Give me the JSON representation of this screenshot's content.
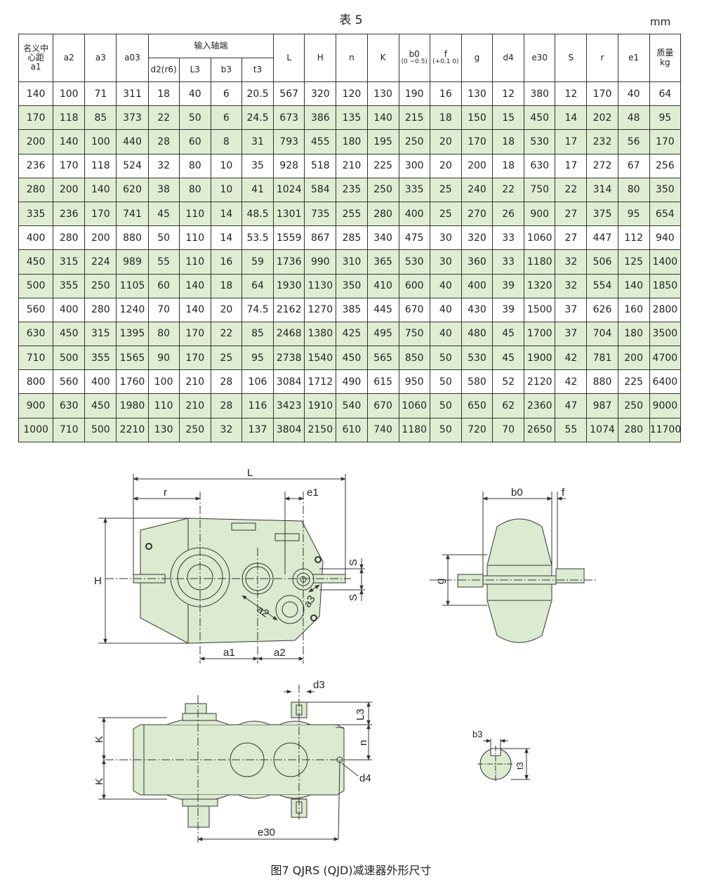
{
  "table_title": "表 5",
  "unit": "mm",
  "headers": {
    "a1_line1": "名义中",
    "a1_line2": "心距",
    "a1_line3": "a1",
    "a2": "a2",
    "a3": "a3",
    "a03": "a03",
    "input_group": "输入轴端",
    "d2": "d2(r6)",
    "L3": "L3",
    "b3": "b3",
    "t3": "t3",
    "L": "L",
    "H": "H",
    "n": "n",
    "K": "K",
    "b0": "b0",
    "b0_tol": "(0 −0.5)",
    "f": "f",
    "f_tol": "(+0.1 0)",
    "g": "g",
    "d4": "d4",
    "e30": "e30",
    "S": "S",
    "r": "r",
    "e1": "e1",
    "mass_line1": "质量",
    "mass_line2": "kg"
  },
  "rows": [
    [
      "140",
      "100",
      "71",
      "311",
      "18",
      "40",
      "6",
      "20.5",
      "567",
      "320",
      "120",
      "130",
      "190",
      "16",
      "130",
      "12",
      "380",
      "12",
      "170",
      "40",
      "64"
    ],
    [
      "170",
      "118",
      "85",
      "373",
      "22",
      "50",
      "6",
      "24.5",
      "673",
      "386",
      "135",
      "140",
      "215",
      "18",
      "150",
      "15",
      "450",
      "14",
      "202",
      "48",
      "95"
    ],
    [
      "200",
      "140",
      "100",
      "440",
      "28",
      "60",
      "8",
      "31",
      "793",
      "455",
      "180",
      "195",
      "250",
      "20",
      "170",
      "18",
      "530",
      "17",
      "232",
      "56",
      "170"
    ],
    [
      "236",
      "170",
      "118",
      "524",
      "32",
      "80",
      "10",
      "35",
      "928",
      "518",
      "210",
      "225",
      "300",
      "20",
      "200",
      "18",
      "630",
      "17",
      "272",
      "67",
      "256"
    ],
    [
      "280",
      "200",
      "140",
      "620",
      "38",
      "80",
      "10",
      "41",
      "1024",
      "584",
      "235",
      "250",
      "335",
      "25",
      "240",
      "22",
      "750",
      "22",
      "314",
      "80",
      "350"
    ],
    [
      "335",
      "236",
      "170",
      "741",
      "45",
      "110",
      "14",
      "48.5",
      "1301",
      "735",
      "255",
      "280",
      "400",
      "25",
      "270",
      "26",
      "900",
      "27",
      "375",
      "95",
      "654"
    ],
    [
      "400",
      "280",
      "200",
      "880",
      "50",
      "110",
      "14",
      "53.5",
      "1559",
      "867",
      "285",
      "340",
      "475",
      "30",
      "320",
      "33",
      "1060",
      "27",
      "447",
      "112",
      "940"
    ],
    [
      "450",
      "315",
      "224",
      "989",
      "55",
      "110",
      "16",
      "59",
      "1736",
      "990",
      "310",
      "365",
      "530",
      "30",
      "360",
      "33",
      "1180",
      "32",
      "506",
      "125",
      "1400"
    ],
    [
      "500",
      "355",
      "250",
      "1105",
      "60",
      "140",
      "18",
      "64",
      "1930",
      "1130",
      "350",
      "410",
      "600",
      "40",
      "400",
      "39",
      "1320",
      "32",
      "554",
      "140",
      "1850"
    ],
    [
      "560",
      "400",
      "280",
      "1240",
      "70",
      "140",
      "20",
      "74.5",
      "2162",
      "1270",
      "385",
      "445",
      "670",
      "40",
      "430",
      "39",
      "1500",
      "37",
      "626",
      "160",
      "2800"
    ],
    [
      "630",
      "450",
      "315",
      "1395",
      "80",
      "170",
      "22",
      "85",
      "2468",
      "1380",
      "425",
      "495",
      "750",
      "40",
      "480",
      "45",
      "1700",
      "37",
      "704",
      "180",
      "3500"
    ],
    [
      "710",
      "500",
      "355",
      "1565",
      "90",
      "170",
      "25",
      "95",
      "2738",
      "1540",
      "450",
      "565",
      "850",
      "50",
      "530",
      "45",
      "1900",
      "42",
      "781",
      "200",
      "4700"
    ],
    [
      "800",
      "560",
      "400",
      "1760",
      "100",
      "210",
      "28",
      "106",
      "3084",
      "1712",
      "490",
      "615",
      "950",
      "50",
      "580",
      "52",
      "2120",
      "42",
      "880",
      "225",
      "6400"
    ],
    [
      "900",
      "630",
      "450",
      "1980",
      "110",
      "210",
      "28",
      "116",
      "3423",
      "1910",
      "540",
      "670",
      "1060",
      "50",
      "650",
      "62",
      "2360",
      "47",
      "987",
      "250",
      "9000"
    ],
    [
      "1000",
      "710",
      "500",
      "2210",
      "130",
      "250",
      "32",
      "137",
      "3804",
      "2150",
      "610",
      "740",
      "1180",
      "50",
      "720",
      "70",
      "2650",
      "55",
      "1074",
      "280",
      "11700"
    ]
  ],
  "diagram_labels": {
    "L": "L",
    "r": "r",
    "e1": "e1",
    "H": "H",
    "S_top": "S",
    "S_bottom": "S",
    "a1": "a1",
    "a2": "a2",
    "a3": "a3",
    "a2_diag": "a2",
    "b0": "b0",
    "f": "f",
    "g": "g",
    "d3": "d3",
    "L3": "L3",
    "K_top": "K",
    "K_bottom": "K",
    "n": "n",
    "d4": "d4",
    "e30": "e30",
    "b3": "b3",
    "t3": "t3"
  },
  "caption": "图7  QJRS (QJD)减速器外形尺寸",
  "colors": {
    "green_row": "#dfeed3",
    "body_fill": "#dbebd0",
    "line": "#333333"
  }
}
